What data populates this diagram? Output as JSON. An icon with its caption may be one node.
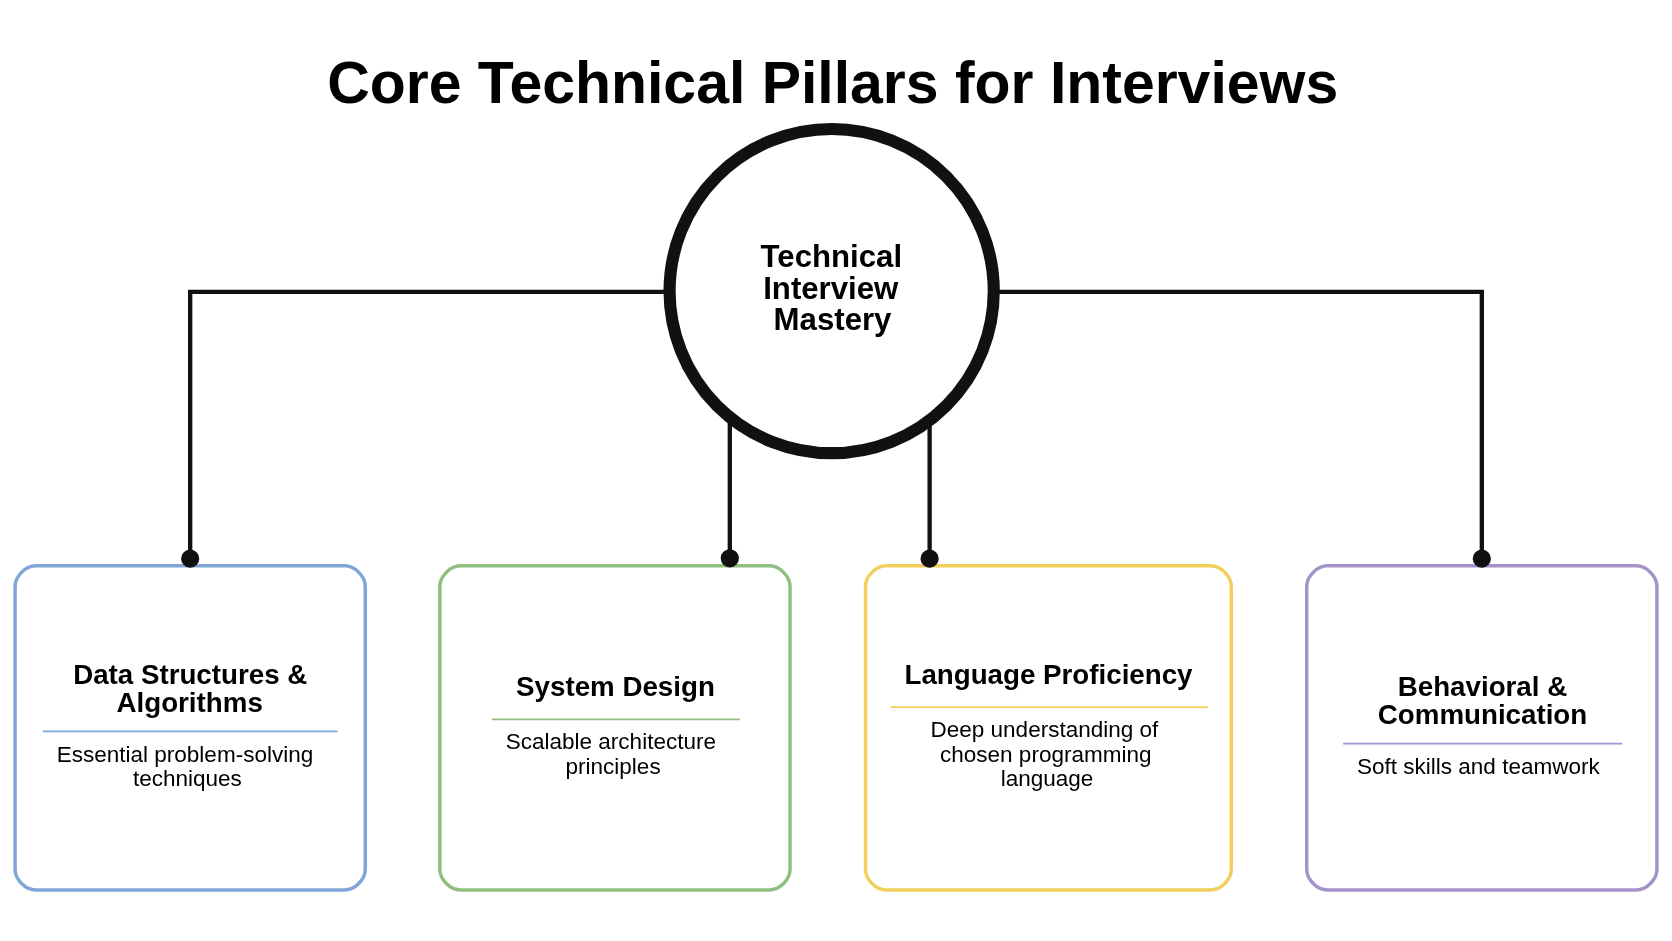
{
  "diagram": {
    "title": "Core Technical Pillars for Interviews",
    "nodes": [
      {
        "text": [
          "Technical Interview Mastery"
        ]
      },
      {
        "text": [
          "Data Structures & Algorithms",
          "Essential problem-solving techniques"
        ]
      },
      {
        "text": [
          "System Design",
          "Scalable architecture principles"
        ]
      },
      {
        "text": [
          "Language Proficiency",
          "Deep understanding of chosen programming language"
        ]
      },
      {
        "text": [
          "Behavioral & Communication",
          "Soft skills and teamwork"
        ]
      }
    ],
    "edges": [
      {
        "from": 0,
        "to": 1,
        "arrow": "other"
      },
      {
        "from": 0,
        "to": 2,
        "arrow": "other"
      },
      {
        "from": 0,
        "to": 3,
        "arrow": "other"
      },
      {
        "from": 0,
        "to": 4,
        "arrow": "other"
      }
    ]
  }
}
